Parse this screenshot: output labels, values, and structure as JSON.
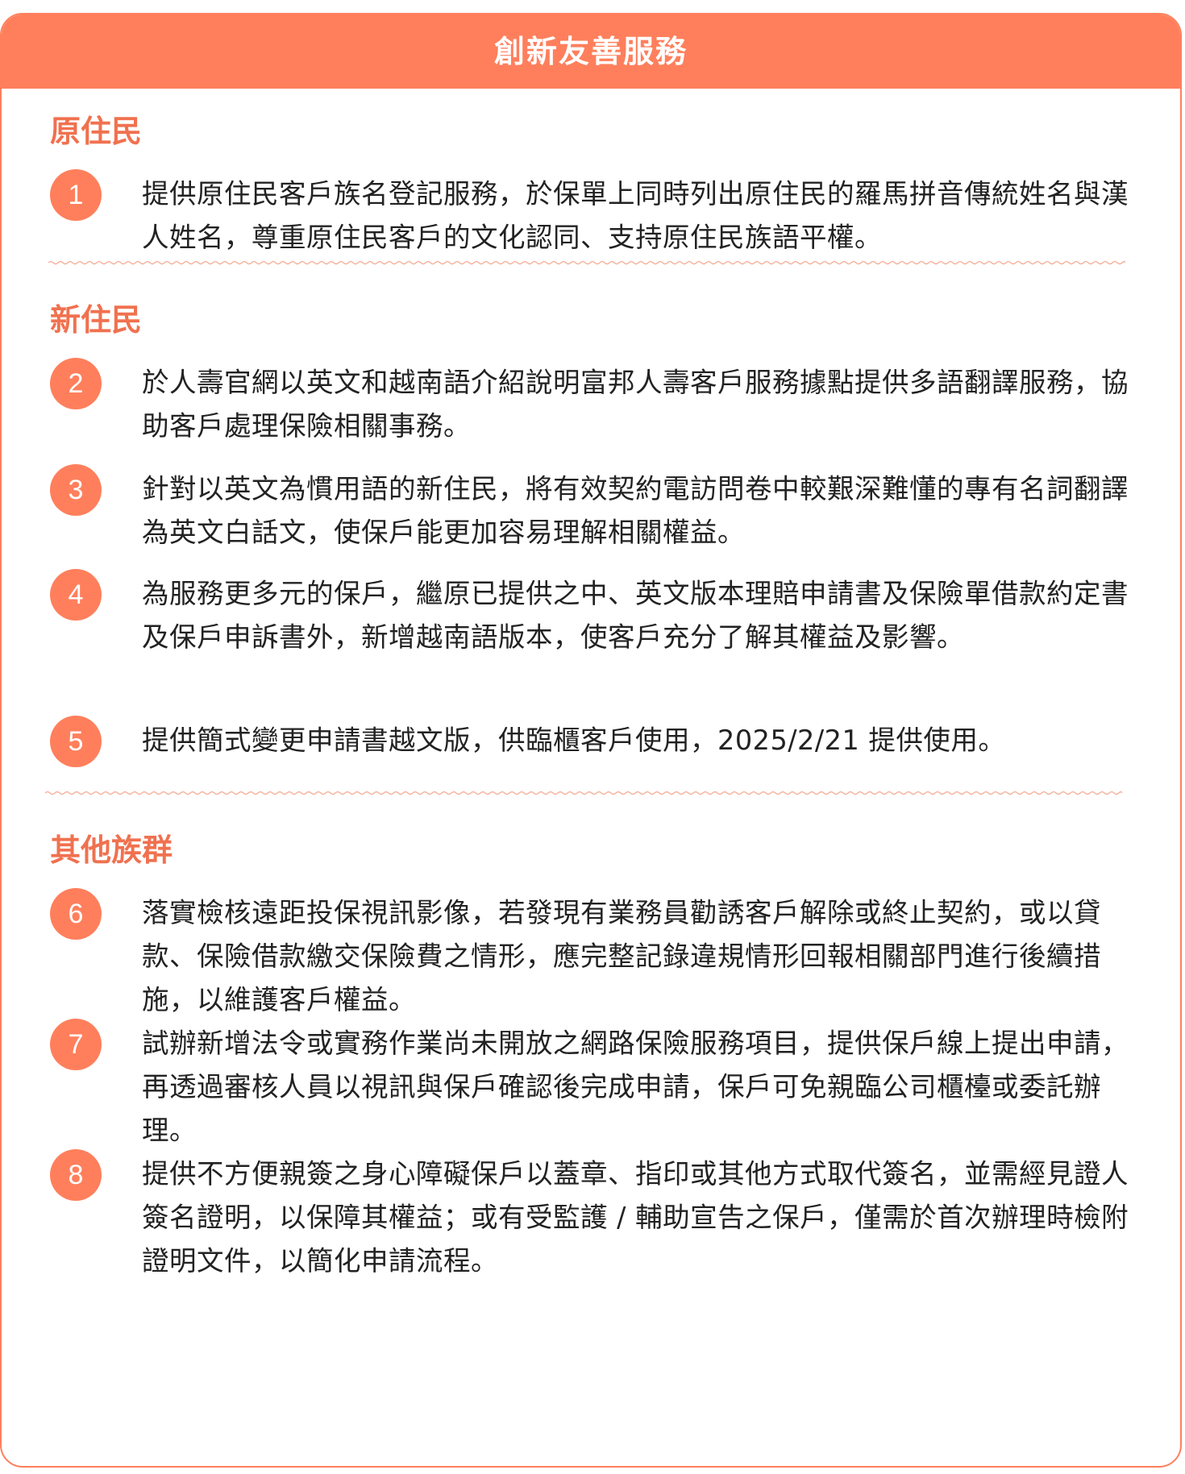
{
  "card": {
    "title": "創新友善服務"
  },
  "accent_color": "#ff7f5c",
  "section_title_color": "#f0714f",
  "sections": [
    {
      "title": "原住民",
      "items": [
        {
          "number": "1",
          "text": "提供原住民客戶族名登記服務，於保單上同時列出原住民的羅馬拼音傳統姓名與漢人姓名，尊重原住民客戶的文化認同、支持原住民族語平權。"
        }
      ]
    },
    {
      "title": "新住民",
      "items": [
        {
          "number": "2",
          "text": "於人壽官網以英文和越南語介紹說明富邦人壽客戶服務據點提供多語翻譯服務，協助客戶處理保險相關事務。"
        },
        {
          "number": "3",
          "text": "針對以英文為慣用語的新住民，將有效契約電訪問卷中較艱深難懂的專有名詞翻譯為英文白話文，使保戶能更加容易理解相關權益。"
        },
        {
          "number": "4",
          "text": "為服務更多元的保戶，繼原已提供之中、英文版本理賠申請書及保險單借款約定書及保戶申訴書外，新增越南語版本，使客戶充分了解其權益及影響。"
        },
        {
          "number": "5",
          "text": "提供簡式變更申請書越文版，供臨櫃客戶使用，2025/2/21 提供使用。"
        }
      ]
    },
    {
      "title": "其他族群",
      "items": [
        {
          "number": "6",
          "text": "落實檢核遠距投保視訊影像，若發現有業務員勸誘客戶解除或終止契約，或以貸款、保險借款繳交保險費之情形，應完整記錄違規情形回報相關部門進行後續措施，以維護客戶權益。"
        },
        {
          "number": "7",
          "text": "試辦新增法令或實務作業尚未開放之網路保險服務項目，提供保戶線上提出申請，再透過審核人員以視訊與保戶確認後完成申請，保戶可免親臨公司櫃檯或委託辦理。"
        },
        {
          "number": "8",
          "text": "提供不方便親簽之身心障礙保戶以蓋章、指印或其他方式取代簽名，並需經見證人簽名證明，以保障其權益；或有受監護 / 輔助宣告之保戶，僅需於首次辦理時檢附證明文件，以簡化申請流程。"
        }
      ]
    }
  ]
}
